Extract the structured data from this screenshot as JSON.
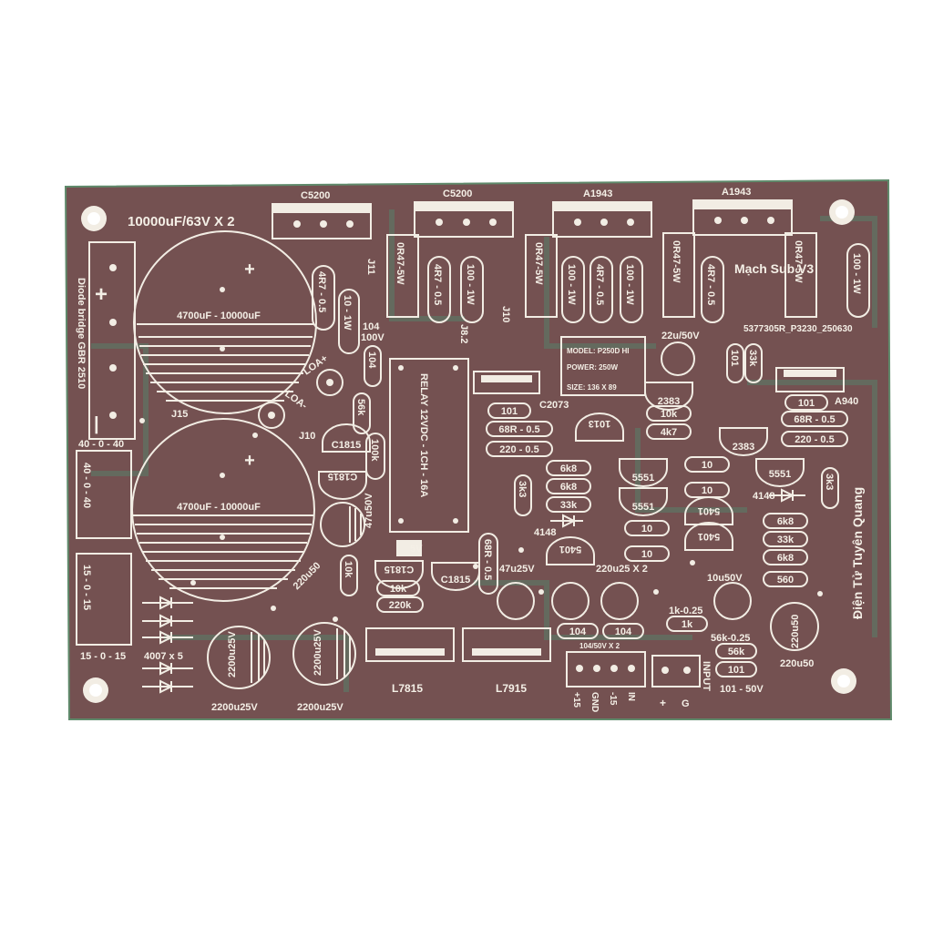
{
  "board": {
    "title": "10000uF/63V X 2",
    "project": "Mạch Sub V3",
    "serial": "5377305R_P3230_250630",
    "maker": "Điện Tử Tuyên Quang",
    "info": [
      "MODEL: P250D HI",
      "POWER: 250W",
      "SIZE: 136 X 89"
    ]
  },
  "labels": {
    "diode_bridge": "Diode bridge GBR 2510",
    "plus": "+",
    "minus": "|",
    "rail40": "40 - 0 - 40",
    "rail15": "15 - 0 - 15",
    "cap_big": "4700uF - 10000uF",
    "j15": "J15",
    "j10": "J10",
    "j11": "J11",
    "j82": "J8.2",
    "j10b": "J10",
    "loa_plus": "LOA+",
    "loa_minus": "LOA-",
    "diodes": "4007 x 5",
    "relay": "RELAY 12VDC - 1CH - 16A",
    "relay_5v": "5V",
    "c2073": "C2073",
    "a940": "A940",
    "c1815a": "C1815",
    "c1815b": "C1815",
    "c1815c": "C1815",
    "c1815d": "C1815",
    "l7815": "L7815",
    "l7915": "L7915",
    "input": "INPUT",
    "pins_pwr": [
      "+15",
      "GND",
      "-15",
      "IN"
    ],
    "pins_in": [
      "+",
      "G"
    ],
    "cap_2200_a": "2200u25V",
    "cap_2200_b": "2200u25V",
    "cap_220_x2": "220u25 X 2",
    "cap_47a": "47u50V",
    "cap_47b": "47u25V",
    "cap_22": "22u/50V",
    "cap_10": "10u50V",
    "cap_220u50": "220u50",
    "cap_104x2": "104/50V X 2",
    "r_1k": "1k-0.25",
    "r_56k": "56k-0.25",
    "r_101_50v": "101 - 50V",
    "r_100v": "100V",
    "r_104v": "104"
  },
  "transistors_top": [
    "C5200",
    "C5200",
    "A1943",
    "A1943"
  ],
  "resistors_vertical": [
    "4R7 - 0.5",
    "10 - 1W",
    "0R47-5W",
    "4R7 - 0.5",
    "100 - 1W",
    "0R47-5W",
    "100 - 1W",
    "4R7 - 0.5",
    "100 - 1W",
    "0R47-5W",
    "4R7 - 0.5",
    "0R47-5W",
    "100 - 1W"
  ],
  "small_parts": {
    "r104": "104",
    "r56k": "56k",
    "r100k": "100k",
    "r10k_v": "10k",
    "r3k3a": "3k3",
    "r3k3b": "3k3",
    "r68r": "68R - 0.5",
    "r101a": "101",
    "r68a": "68R - 0.5",
    "r220a": "220 - 0.5",
    "r101b": "101",
    "r68b": "68R - 0.5",
    "r220b": "220 - 0.5",
    "r10k": "10k",
    "r4k7": "4k7",
    "t2383a": "2383",
    "t2383b": "2383",
    "t1013": "1013",
    "r6k8a": "6k8",
    "r6k8b": "6k8",
    "r33ka": "33k",
    "t5551a": "5551",
    "t5551b": "5551",
    "t5551c": "5551",
    "r10a": "10",
    "r10b": "10",
    "r10c": "10",
    "r10d": "10",
    "t5401a": "5401",
    "t5401b": "5401",
    "t5401c": "5401",
    "d4148a": "4148",
    "d4148b": "4148",
    "r6k8c": "6k8",
    "r33kb": "33k",
    "r6k8d": "6k8",
    "r560": "560",
    "r10kb": "10k",
    "r220k": "220k",
    "c104a": "104",
    "c104b": "104",
    "r1k": "1k",
    "r56k2": "56k",
    "r101c": "101",
    "r101v": "101",
    "r33k3": "33k"
  }
}
